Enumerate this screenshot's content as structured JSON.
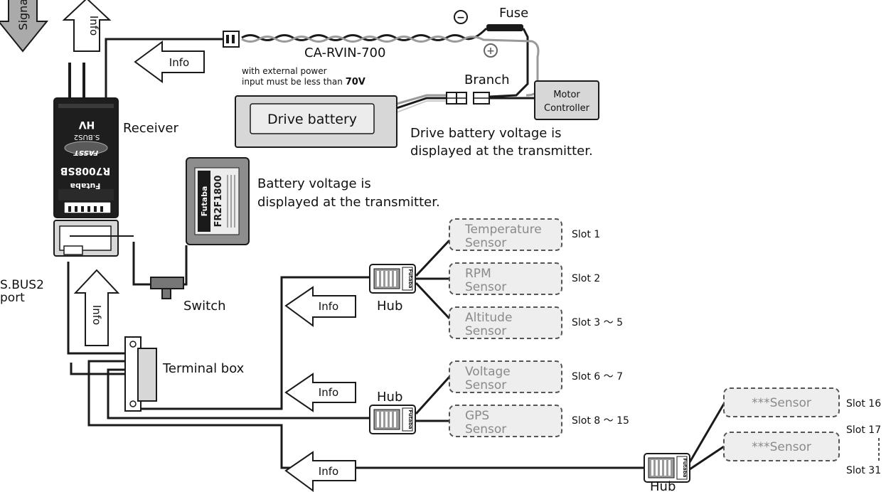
{
  "receiver": {
    "label": "Receiver",
    "model": "R7008SB",
    "brand": "Futaba",
    "badge": "FASST",
    "hv": "HV",
    "sbus": "S.BUS2",
    "port_label_1": "S.BUS2",
    "port_label_2": "port"
  },
  "arrows": {
    "signal": "Signal",
    "info": "Info"
  },
  "cable": {
    "name": "CA-RVIN-700",
    "note_line1": "with external power",
    "note_line2_prefix": "input must be less than ",
    "note_line2_bold": "70V",
    "fuse": "Fuse",
    "branch": "Branch",
    "minus": "−",
    "plus": "+"
  },
  "drive_battery": {
    "label": "Drive battery",
    "note_line1": "Drive battery voltage is",
    "note_line2": "displayed at the transmitter."
  },
  "motor_controller": {
    "line1": "Motor",
    "line2": "Controller"
  },
  "rx_battery": {
    "brand": "Futaba",
    "model": "FR2F1800",
    "note_line1": "Battery voltage is",
    "note_line2": "displayed at the transmitter."
  },
  "switch": {
    "label": "Switch"
  },
  "terminal_box": {
    "label": "Terminal box"
  },
  "hubs": [
    {
      "label": "Hub"
    },
    {
      "label": "Hub"
    },
    {
      "label": "Hub"
    }
  ],
  "sensors": [
    {
      "line1": "Temperature",
      "line2": "Sensor",
      "slot": "Slot 1"
    },
    {
      "line1": "RPM",
      "line2": "Sensor",
      "slot": "Slot 2"
    },
    {
      "line1": "Altitude",
      "line2": "Sensor",
      "slot": "Slot 3 ～ 5"
    },
    {
      "line1": "Voltage",
      "line2": "Sensor",
      "slot": "Slot 6 ～ 7"
    },
    {
      "line1": "GPS",
      "line2": "Sensor",
      "slot": "Slot 8 ～ 15"
    },
    {
      "line1": "***Sensor",
      "line2": "",
      "slot": "Slot 16"
    },
    {
      "line1": "***Sensor",
      "line2": "",
      "slot_top": "Slot 17",
      "slot_bottom": "Slot 31"
    }
  ],
  "hub_brand": "Futaba",
  "colors": {
    "line": "#1a1a1a",
    "device_fill": "#d7d7d7",
    "sensor_fill": "#eeeeee",
    "receiver_body": "#1e1e1e",
    "arrow_fill": "#ffffff",
    "signal_fill": "#aaaaaa",
    "cable_gray": "#9a9a9a"
  }
}
